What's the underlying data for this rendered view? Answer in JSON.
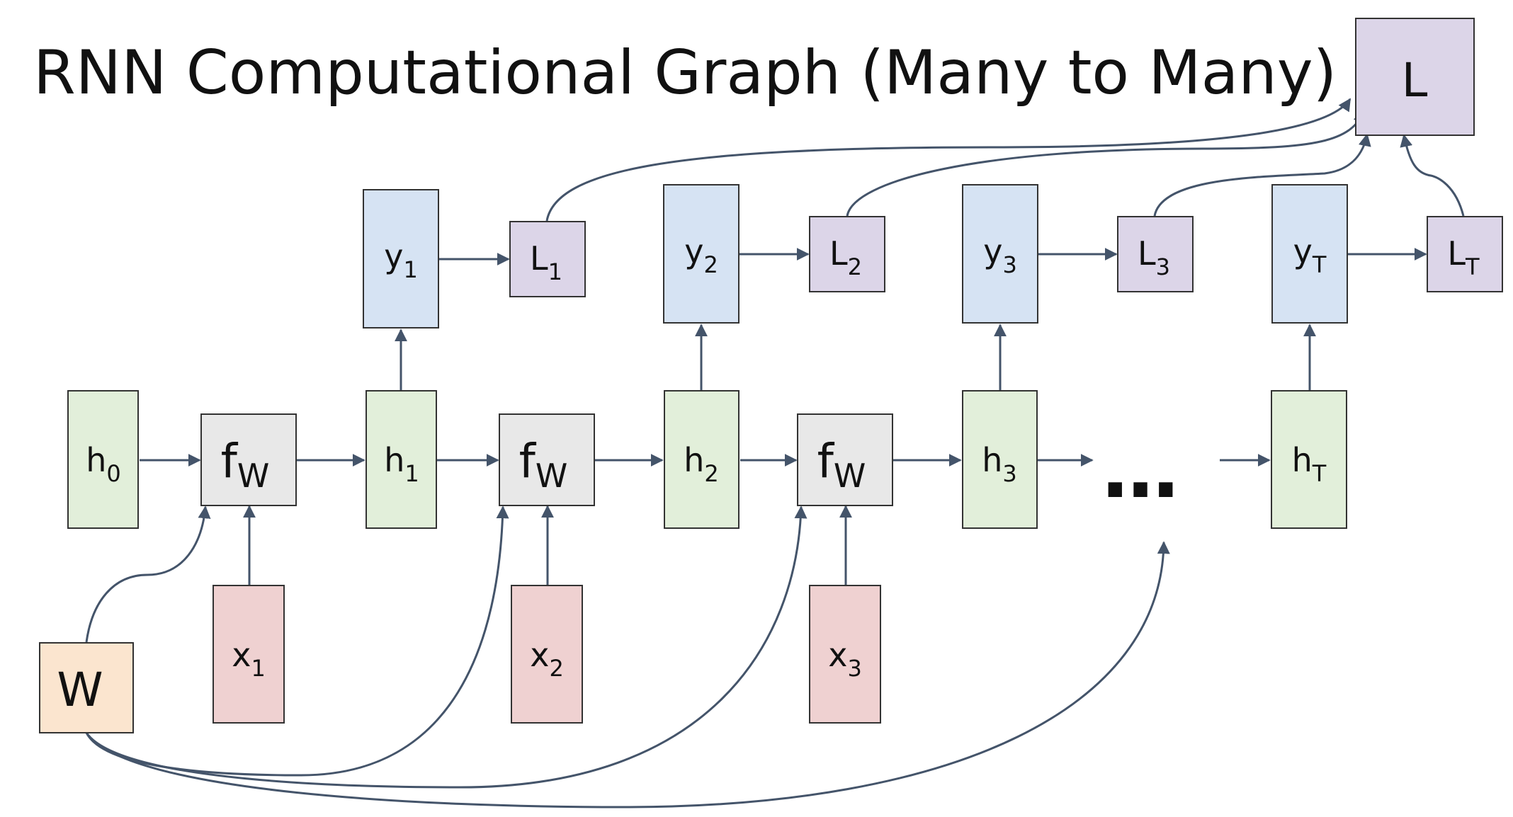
{
  "title": "RNN Computational Graph (Many to Many)",
  "colors": {
    "hidden_fill": "#e2efda",
    "output_fill": "#d6e3f3",
    "loss_fill": "#dcd5e8",
    "input_fill": "#efd1d1",
    "fw_fill": "#e8e8e8",
    "weight_fill": "#fbe5cf",
    "edge": "#44546a"
  },
  "nodes": {
    "L": {
      "text": "L",
      "sub": ""
    },
    "W": {
      "text": "W",
      "sub": ""
    },
    "h0": {
      "text": "h",
      "sub": "0"
    },
    "h1": {
      "text": "h",
      "sub": "1"
    },
    "h2": {
      "text": "h",
      "sub": "2"
    },
    "h3": {
      "text": "h",
      "sub": "3"
    },
    "hT": {
      "text": "h",
      "sub": "T"
    },
    "fw1": {
      "text": "f",
      "sub": "W"
    },
    "fw2": {
      "text": "f",
      "sub": "W"
    },
    "fw3": {
      "text": "f",
      "sub": "W"
    },
    "x1": {
      "text": "x",
      "sub": "1"
    },
    "x2": {
      "text": "x",
      "sub": "2"
    },
    "x3": {
      "text": "x",
      "sub": "3"
    },
    "y1": {
      "text": "y",
      "sub": "1"
    },
    "y2": {
      "text": "y",
      "sub": "2"
    },
    "y3": {
      "text": "y",
      "sub": "3"
    },
    "yT": {
      "text": "y",
      "sub": "T"
    },
    "L1": {
      "text": "L",
      "sub": "1"
    },
    "L2": {
      "text": "L",
      "sub": "2"
    },
    "L3": {
      "text": "L",
      "sub": "3"
    },
    "LT": {
      "text": "L",
      "sub": "T"
    }
  },
  "ellipsis": "..."
}
